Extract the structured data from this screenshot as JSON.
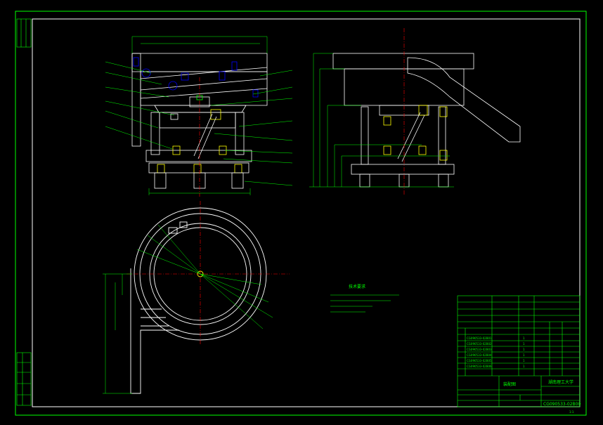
{
  "colors": {
    "background": "#000000",
    "frame": "#ffffff",
    "title_block": "#00ff00",
    "centerline": "#ff0000",
    "part_outline": "#ffffff",
    "dimension": "#00ff00",
    "hidden_part": "#0000ff"
  },
  "title_block": {
    "company": "湖南理工大学",
    "drawing_title": "装配图",
    "drawing_number": "CG090533-02B00",
    "sheet": "1:1",
    "bom_rows": [
      {
        "code": "CG090533-02B01",
        "qty": "1"
      },
      {
        "code": "CG090533-02B02",
        "qty": "1"
      },
      {
        "code": "CG090533-02B03",
        "qty": "1"
      },
      {
        "code": "CG090533-02B04",
        "qty": "1"
      },
      {
        "code": "CG090533-02B05",
        "qty": "1"
      },
      {
        "code": "CG090533-02B06",
        "qty": "1"
      }
    ]
  },
  "notes": {
    "title": "技术要求"
  }
}
